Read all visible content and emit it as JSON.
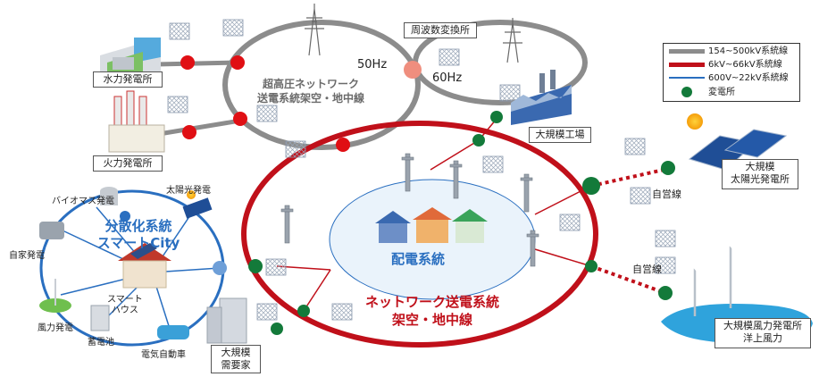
{
  "colors": {
    "ehv_line": "#8c8c8c",
    "transmission_line": "#c0101a",
    "distribution_line": "#2a6fc0",
    "substation": "#137a3a",
    "ehv_node": "#e00f14",
    "frequency_converter": "#ef8e7e",
    "distributed_node": "#6e9fd8"
  },
  "legend": {
    "ehv": "154~500kV系統線",
    "hv": "6kV~66kV系統線",
    "lv": "600V~22kV系統線",
    "substation": "変電所"
  },
  "ehv_network": {
    "line1": "超高圧ネットワーク",
    "line2": "送電系統架空・地中線"
  },
  "freq": {
    "hz50": "50Hz",
    "hz60": "60Hz",
    "converter": "周波数変換所"
  },
  "transmission_network": {
    "line1": "ネットワーク送電系統",
    "line2": "架空・地中線"
  },
  "distribution": {
    "label": "配電系統"
  },
  "distributed": {
    "line1": "分散化系統",
    "line2": "スマートCity"
  },
  "plants": {
    "hydro": "水力発電所",
    "thermal": "火力発電所",
    "factory": "大規模工場",
    "solar_large_1": "大規模",
    "solar_large_2": "太陽光発電所",
    "wind_1": "大規模風力発電所",
    "wind_2": "洋上風力",
    "demand_1": "大規模",
    "demand_2": "需要家"
  },
  "private_lines": {
    "top": "自営線",
    "bottom": "自営線"
  },
  "smart_city": {
    "biomass": "バイオマス発電",
    "solar": "太陽光発電",
    "self_gen": "自家発電",
    "wind": "風力発電",
    "battery": "蓄電池",
    "ev": "電気自動車",
    "smart_house_1": "スマート",
    "smart_house_2": "ハウス"
  }
}
